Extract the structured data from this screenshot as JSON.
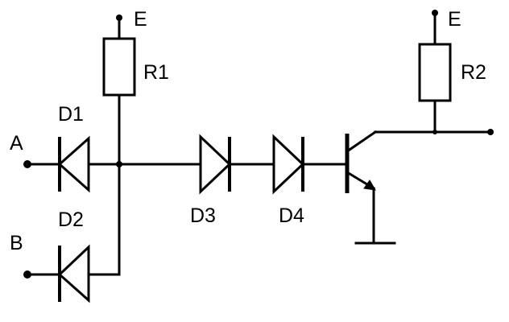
{
  "labels": {
    "supply_left": "E",
    "supply_right": "E",
    "r1": "R1",
    "r2": "R2",
    "d1": "D1",
    "d2": "D2",
    "d3": "D3",
    "d4": "D4",
    "input_a": "A",
    "input_b": "B"
  },
  "colors": {
    "line": "#000000",
    "background": "#ffffff"
  }
}
